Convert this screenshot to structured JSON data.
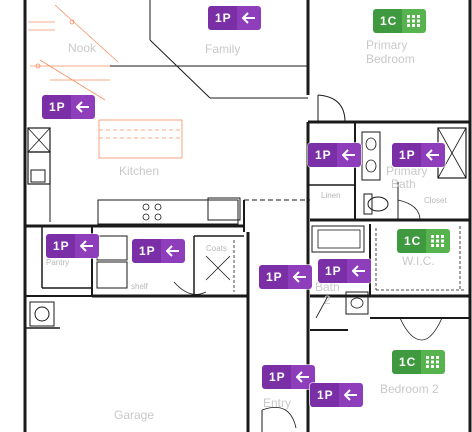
{
  "colors": {
    "wall": "#1a1a1a",
    "orange_line": "#f26a2a",
    "purple_code": "#7b2fa6",
    "purple_icon": "#8f3ebb",
    "green_code": "#3f9a3f",
    "green_icon": "#57b34d"
  },
  "rooms": {
    "nook": "Nook",
    "family": "Family",
    "primary_bedroom_line1": "Primary",
    "primary_bedroom_line2": "Bedroom",
    "kitchen": "Kitchen",
    "primary_bath_line1": "Primary",
    "primary_bath_line2": "Bath",
    "linen": "Linen",
    "closet": "Closet",
    "pantry": "Pantry",
    "wic": "W.I.C.",
    "bath2_line1": "Bath",
    "bath2_line2": "2",
    "coats": "Coats",
    "shelf": "shelf",
    "garage": "Garage",
    "entry": "Entry",
    "bedroom2": "Bedroom 2"
  },
  "badges": [
    {
      "id": "family",
      "code": "1P",
      "icon": "arrow-left-icon",
      "style": "purple"
    },
    {
      "id": "nook",
      "code": "1P",
      "icon": "arrow-left-icon",
      "style": "purple"
    },
    {
      "id": "primary-bedroom",
      "code": "1C",
      "icon": "grid-icon",
      "style": "green"
    },
    {
      "id": "linen-hall",
      "code": "1P",
      "icon": "arrow-left-icon",
      "style": "purple"
    },
    {
      "id": "primary-bath",
      "code": "1P",
      "icon": "arrow-left-icon",
      "style": "purple"
    },
    {
      "id": "pantry",
      "code": "1P",
      "icon": "arrow-left-icon",
      "style": "purple"
    },
    {
      "id": "laundry",
      "code": "1P",
      "icon": "arrow-left-icon",
      "style": "purple"
    },
    {
      "id": "wic",
      "code": "1C",
      "icon": "grid-icon",
      "style": "green"
    },
    {
      "id": "hall",
      "code": "1P",
      "icon": "arrow-left-icon",
      "style": "purple"
    },
    {
      "id": "bath2",
      "code": "1P",
      "icon": "arrow-left-icon",
      "style": "purple"
    },
    {
      "id": "bedroom2",
      "code": "1C",
      "icon": "grid-icon",
      "style": "green"
    },
    {
      "id": "entry",
      "code": "1P",
      "icon": "arrow-left-icon",
      "style": "purple"
    },
    {
      "id": "entry-2",
      "code": "1P",
      "icon": "arrow-left-icon",
      "style": "purple"
    }
  ]
}
